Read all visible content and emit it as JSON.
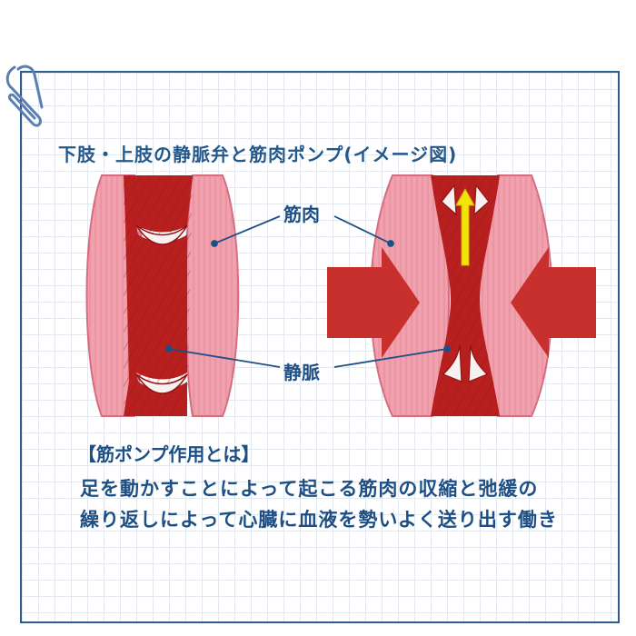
{
  "title": "下肢・上肢の静脈弁と筋肉ポンプ(イメージ図)",
  "labels": {
    "muscle": "筋肉",
    "vein": "静脈"
  },
  "definition": {
    "heading": "【筋ポンプ作用とは】",
    "line1": "足を動かすことによって起こる筋肉の収縮と弛緩の",
    "line2": "繰り返しによって心臓に血液を勢いよく送り出す働き"
  },
  "colors": {
    "frame": "#2b5b8c",
    "text": "#1d4f85",
    "muscle": "#f1a1ad",
    "vein": "#b8201f",
    "arrow": "#c8302e",
    "flow_arrow": "#f4e20a"
  },
  "icons": [
    "paperclip-icon",
    "press-arrow-icon",
    "flow-up-arrow-icon"
  ]
}
